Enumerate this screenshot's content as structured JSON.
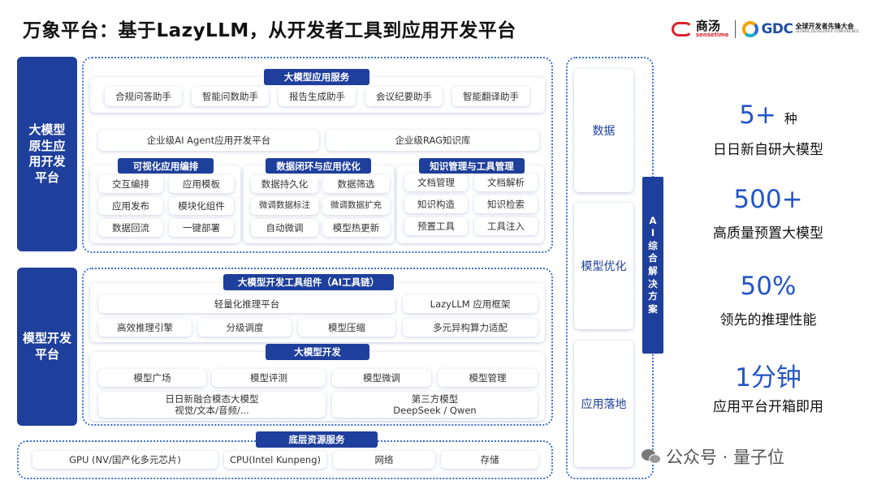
{
  "title": "万象平台：基于LazyLLM，从开发者工具到应用开发平台",
  "logos": {
    "sensetime_zh": "商汤",
    "sensetime_en": "sensetime",
    "gdc": "GDC",
    "gdc_zh": "全球开发者先锋大会",
    "gdc_en": "GLOBAL DEVELOPER CONFERENCE"
  },
  "left_labels": {
    "native_platform": "大模型\n原生应\n用开发\n平台",
    "dev_platform": "模型开发\n平台"
  },
  "app_services": {
    "tag": "大模型应用服务",
    "items": [
      "合规问答助手",
      "智能问数助手",
      "报告生成助手",
      "会议纪要助手",
      "智能翻译助手"
    ]
  },
  "enterprise": {
    "agent": "企业级AI Agent应用开发平台",
    "rag": "企业级RAG知识库"
  },
  "visual_orchestration": {
    "tag": "可视化应用编排",
    "items": [
      "交互编排",
      "应用模板",
      "应用发布",
      "模块化组件",
      "数据回流",
      "一键部署"
    ]
  },
  "data_loop": {
    "tag": "数据闭环与应用优化",
    "items": [
      "数据持久化",
      "数据筛选",
      "微调数据标注",
      "微调数据扩充",
      "自动微调",
      "模型热更新"
    ]
  },
  "knowledge": {
    "tag": "知识管理与工具管理",
    "items": [
      "文档管理",
      "文档解析",
      "知识构造",
      "知识检索",
      "预置工具",
      "工具注入"
    ]
  },
  "toolchain": {
    "tag": "大模型开发工具组件（AI工具链）",
    "row1": [
      "轻量化推理平台",
      "LazyLLM 应用框架"
    ],
    "row2": [
      "高效推理引擎",
      "分级调度",
      "模型压缩",
      "多元异构算力适配"
    ]
  },
  "model_dev": {
    "tag": "大模型开发",
    "row1": [
      "模型广场",
      "模型评测",
      "模型微调",
      "模型管理"
    ],
    "row2": [
      "日日新融合模态大模型\n视觉/文本/音频/...",
      "第三方模型\nDeepSeek / Qwen"
    ]
  },
  "infra": {
    "tag": "底层资源服务",
    "items": [
      "GPU (NV/国产化多元芯片)",
      "CPU(Intel Kunpeng)",
      "网络",
      "存储"
    ]
  },
  "right_column": {
    "items": [
      "数据",
      "模型优化",
      "应用落地"
    ],
    "bar": [
      "A",
      "I",
      "综",
      "合",
      "解",
      "决",
      "方",
      "案"
    ]
  },
  "stats": [
    {
      "value": "5+",
      "unit": "种",
      "label": "日日新自研大模型"
    },
    {
      "value": "500+",
      "unit": "",
      "label": "高质量预置大模型"
    },
    {
      "value": "50%",
      "unit": "",
      "label": "领先的推理性能"
    },
    {
      "value": "1分钟",
      "unit": "",
      "label": "应用平台开箱即用"
    }
  ],
  "watermark": {
    "text": "公众号 · 量子位",
    "icon": "wechat-icon"
  },
  "colors": {
    "primary": "#1e3f9b",
    "accent": "#2456c4",
    "dotted": "#3b6fd6"
  }
}
